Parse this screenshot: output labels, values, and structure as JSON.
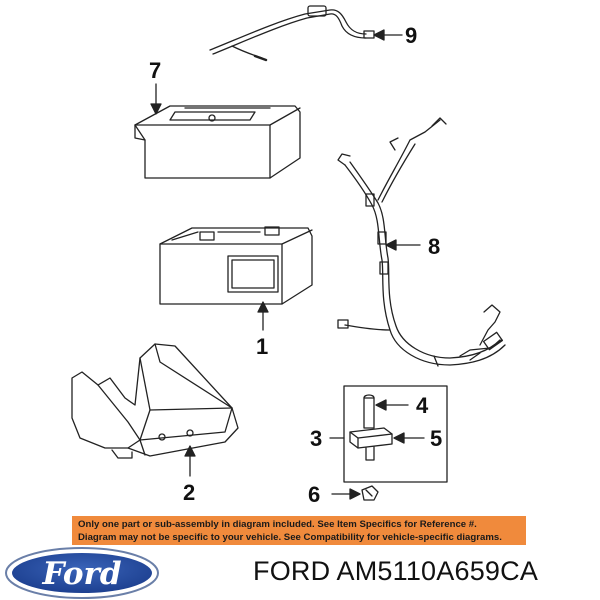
{
  "callouts": {
    "c1": "1",
    "c2": "2",
    "c3": "3",
    "c4": "4",
    "c5": "5",
    "c6": "6",
    "c7": "7",
    "c8": "8",
    "c9": "9"
  },
  "notice": {
    "line1": "Only one part or sub-assembly in diagram included. See Item Specifics for Reference #.",
    "line2": "Diagram may not be specific to your vehicle. See Compatibility for vehicle-specific diagrams."
  },
  "brand_logo": {
    "text": "Ford",
    "icon": "ford-oval-logo"
  },
  "caption": {
    "brand": "FORD",
    "part_number": "AM5110A659CA"
  },
  "colors": {
    "notice_background": "#f08a3c",
    "logo_blue": "#1c3f8f",
    "line_art": "#222222"
  }
}
